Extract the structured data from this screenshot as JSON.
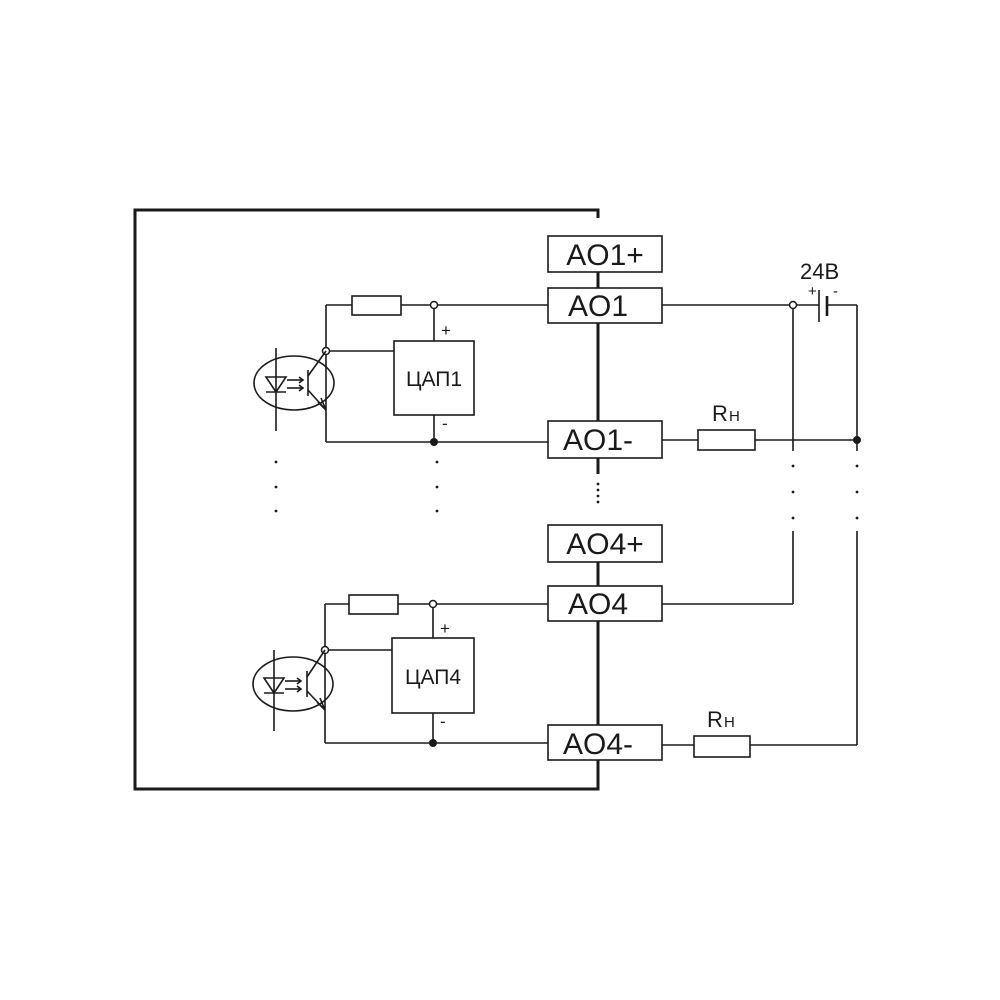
{
  "terminals": {
    "ao1_plus": "AO1+",
    "ao1": "AO1",
    "ao1_minus": "AO1-",
    "ao4_plus": "AO4+",
    "ao4": "AO4",
    "ao4_minus": "AO4-"
  },
  "dacs": {
    "dac1": "ЦАП1",
    "dac4": "ЦАП4"
  },
  "polarity": {
    "plus": "+",
    "minus": "-"
  },
  "supply": {
    "voltage": "24В",
    "plus": "+",
    "minus": "-"
  },
  "load": {
    "r_main": "R",
    "r_sub": "Н"
  },
  "colors": {
    "line": "#1a1a1a",
    "background": "#ffffff"
  }
}
